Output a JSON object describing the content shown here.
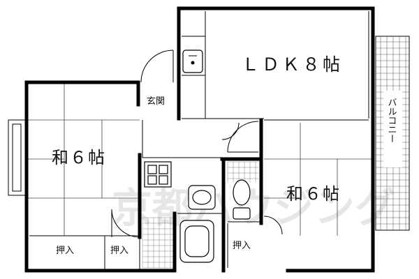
{
  "floorplan": {
    "rooms": {
      "ldk": "ＬＤＫ８帖",
      "washitsu_left": "和６帖",
      "washitsu_right": "和６帖",
      "genkan": "玄関",
      "oshiire_left_1": "押入",
      "oshiire_left_2": "押入",
      "oshiire_right": "押入",
      "balcony": "バルコニー"
    },
    "watermark": "京都ハウジング"
  }
}
